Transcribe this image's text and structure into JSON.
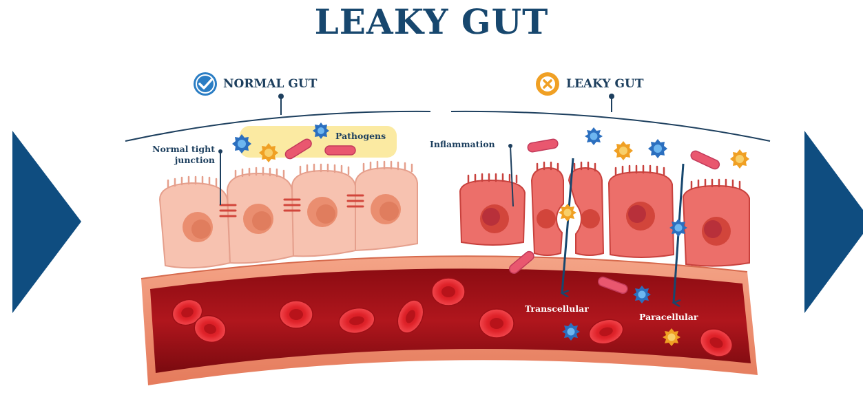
{
  "title": "LEAKY GUT",
  "normal": {
    "heading": "NORMAL GUT",
    "status_icon": "check-circle-icon",
    "status_color": "#2a7dc4"
  },
  "leaky": {
    "heading": "LEAKY GUT",
    "status_icon": "x-circle-icon",
    "status_color": "#f0a024"
  },
  "labels": {
    "tight_junction_line1": "Normal tight",
    "tight_junction_line2": "junction",
    "pathogens": "Pathogens",
    "inflammation": "Inflammation",
    "transcellular": "Transcellular",
    "paracellular": "Paracellular"
  },
  "colors": {
    "navy": "#17476e",
    "nav_arrow": "#0f4d80",
    "blood": "#a01218",
    "cell": "#f7c2b0",
    "inflamed_cell": "#ec6f6a"
  }
}
